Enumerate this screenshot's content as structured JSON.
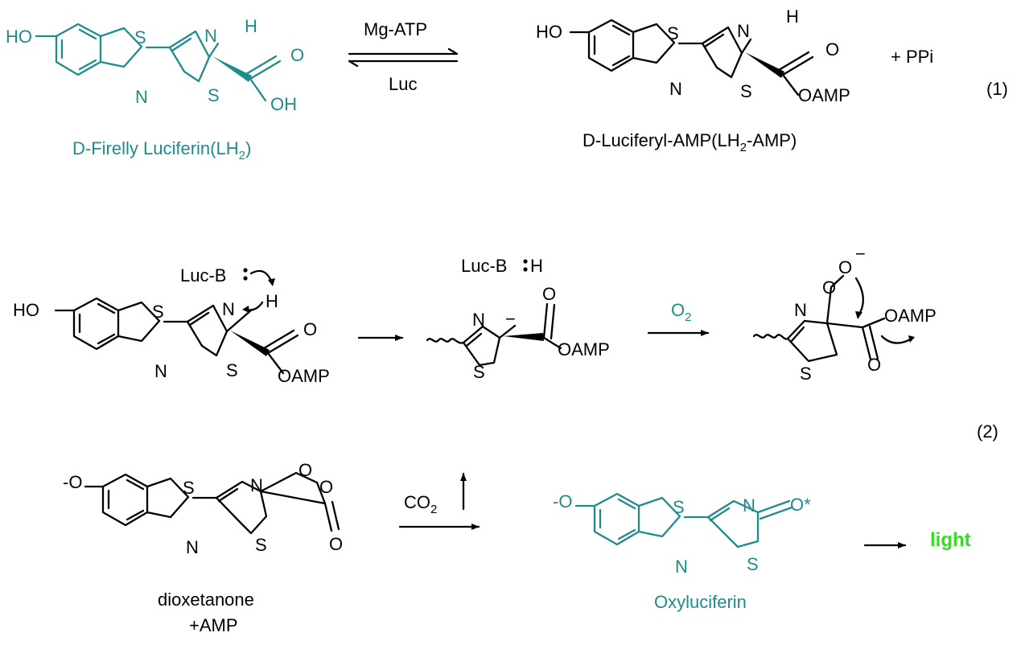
{
  "colors": {
    "teal": "#1f8c8c",
    "light_green": "#33dd22",
    "black": "#000000"
  },
  "reaction1": {
    "reagent_top": "Mg-ATP",
    "reagent_bottom": "Luc",
    "reactant_caption_main": "D-Firelly Luciferin(LH",
    "reactant_caption_sub": "2",
    "reactant_caption_end": ")",
    "product_caption_main": "D-Luciferyl-AMP(LH",
    "product_caption_sub": "2",
    "product_caption_end": "-AMP)",
    "byproduct": "+ PPi",
    "number": "(1)"
  },
  "reaction2": {
    "base_label": "Luc-B",
    "base_h_label": "Luc-B",
    "base_h_end": "H",
    "o2_main": "O",
    "o2_sub": "2",
    "co2_main": "CO",
    "co2_sub": "2",
    "number": "(2)",
    "dioxetanone_caption": "dioxetanone",
    "amp_caption": "+AMP",
    "oxyluciferin_caption": "Oxyluciferin",
    "light_label": "light"
  },
  "atoms": {
    "ho": "HO",
    "s": "S",
    "n": "N",
    "h": "H",
    "o": "O",
    "oh": "OH",
    "oamp": "OAMP",
    "minus": "−",
    "o_minus": "-O",
    "o_star": "O*"
  }
}
